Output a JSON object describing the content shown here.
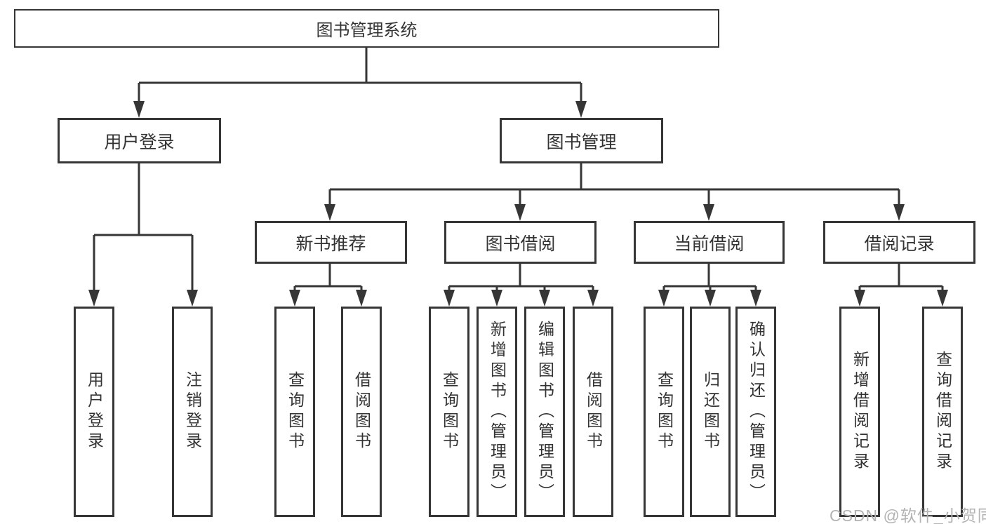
{
  "diagram": {
    "title": "图书管理系统",
    "root": {
      "label": "图书管理系统"
    },
    "level2": [
      {
        "label": "用户登录"
      },
      {
        "label": "图书管理"
      }
    ],
    "level3": [
      {
        "label": "新书推荐"
      },
      {
        "label": "图书借阅"
      },
      {
        "label": "当前借阅"
      },
      {
        "label": "借阅记录"
      }
    ],
    "leaves": {
      "user_login": [
        {
          "label": "用户登录"
        },
        {
          "label": "注销登录"
        }
      ],
      "new_book_recommend": [
        {
          "label": "查询图书"
        },
        {
          "label": "借阅图书"
        }
      ],
      "book_borrow": [
        {
          "label": "查询图书"
        },
        {
          "label": "新增图书（管理员）"
        },
        {
          "label": "编辑图书（管理员）"
        },
        {
          "label": "借阅图书"
        }
      ],
      "current_borrow": [
        {
          "label": "查询图书"
        },
        {
          "label": "归还图书"
        },
        {
          "label": "确认归还（管理员）"
        }
      ],
      "borrow_record": [
        {
          "label": "新增借阅记录"
        },
        {
          "label": "查询借阅记录"
        }
      ]
    },
    "colors": {
      "line": "#363636",
      "text": "#333333",
      "box_background": "#ffffff",
      "watermark": "#b3b3b3"
    }
  },
  "watermark": {
    "text": "CSDN @软件_小贺同学"
  }
}
